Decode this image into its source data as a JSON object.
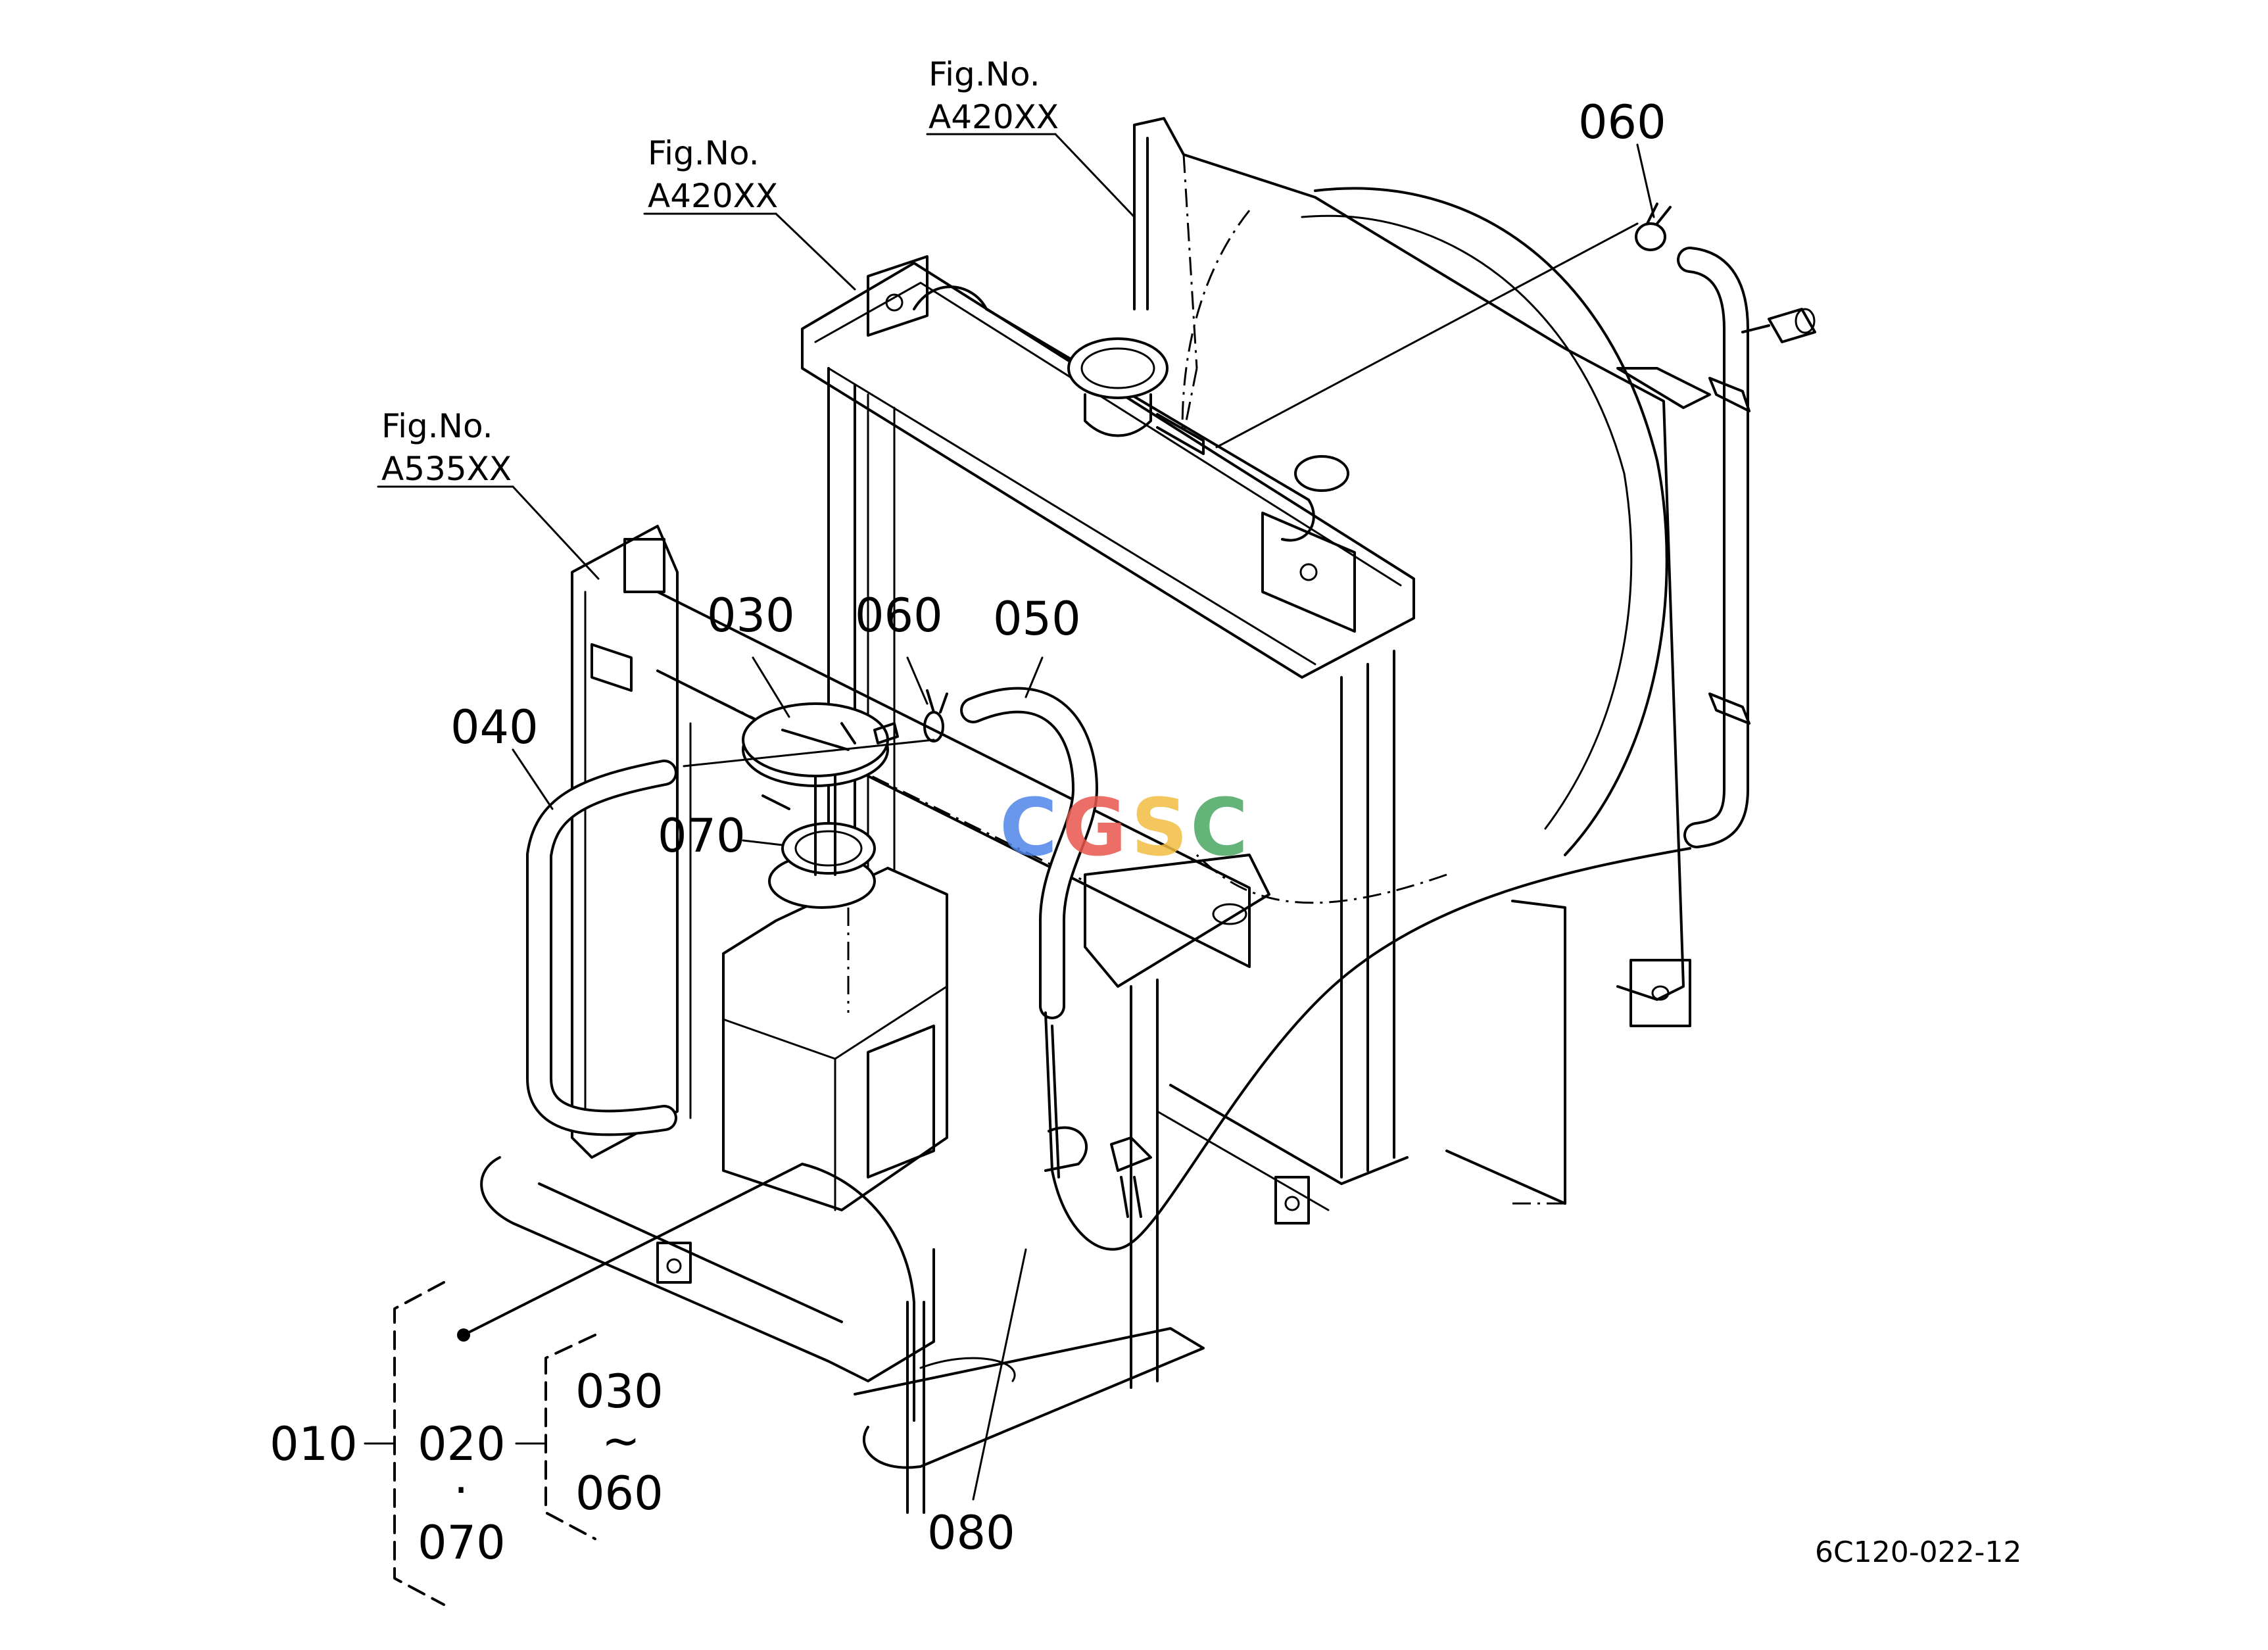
{
  "figure_refs": [
    {
      "prefix": "Fig.No.",
      "code": "A420XX"
    },
    {
      "prefix": "Fig.No.",
      "code": "A420XX"
    },
    {
      "prefix": "Fig.No.",
      "code": "A535XX"
    }
  ],
  "callouts": {
    "c060_top": "060",
    "c030": "030",
    "c060_mid": "060",
    "c050": "050",
    "c040": "040",
    "c070": "070",
    "c080": "080"
  },
  "assembly": {
    "c010": "010",
    "c020": "020",
    "dot": "·",
    "c070": "070",
    "c030": "030",
    "range": "~",
    "c060": "060"
  },
  "watermark": {
    "letters": [
      "C",
      "G",
      "S",
      "C"
    ],
    "colors": [
      "#4f86e8",
      "#e8574c",
      "#f2bd42",
      "#4aa862"
    ]
  },
  "drawing_code": "6C120-022-12"
}
